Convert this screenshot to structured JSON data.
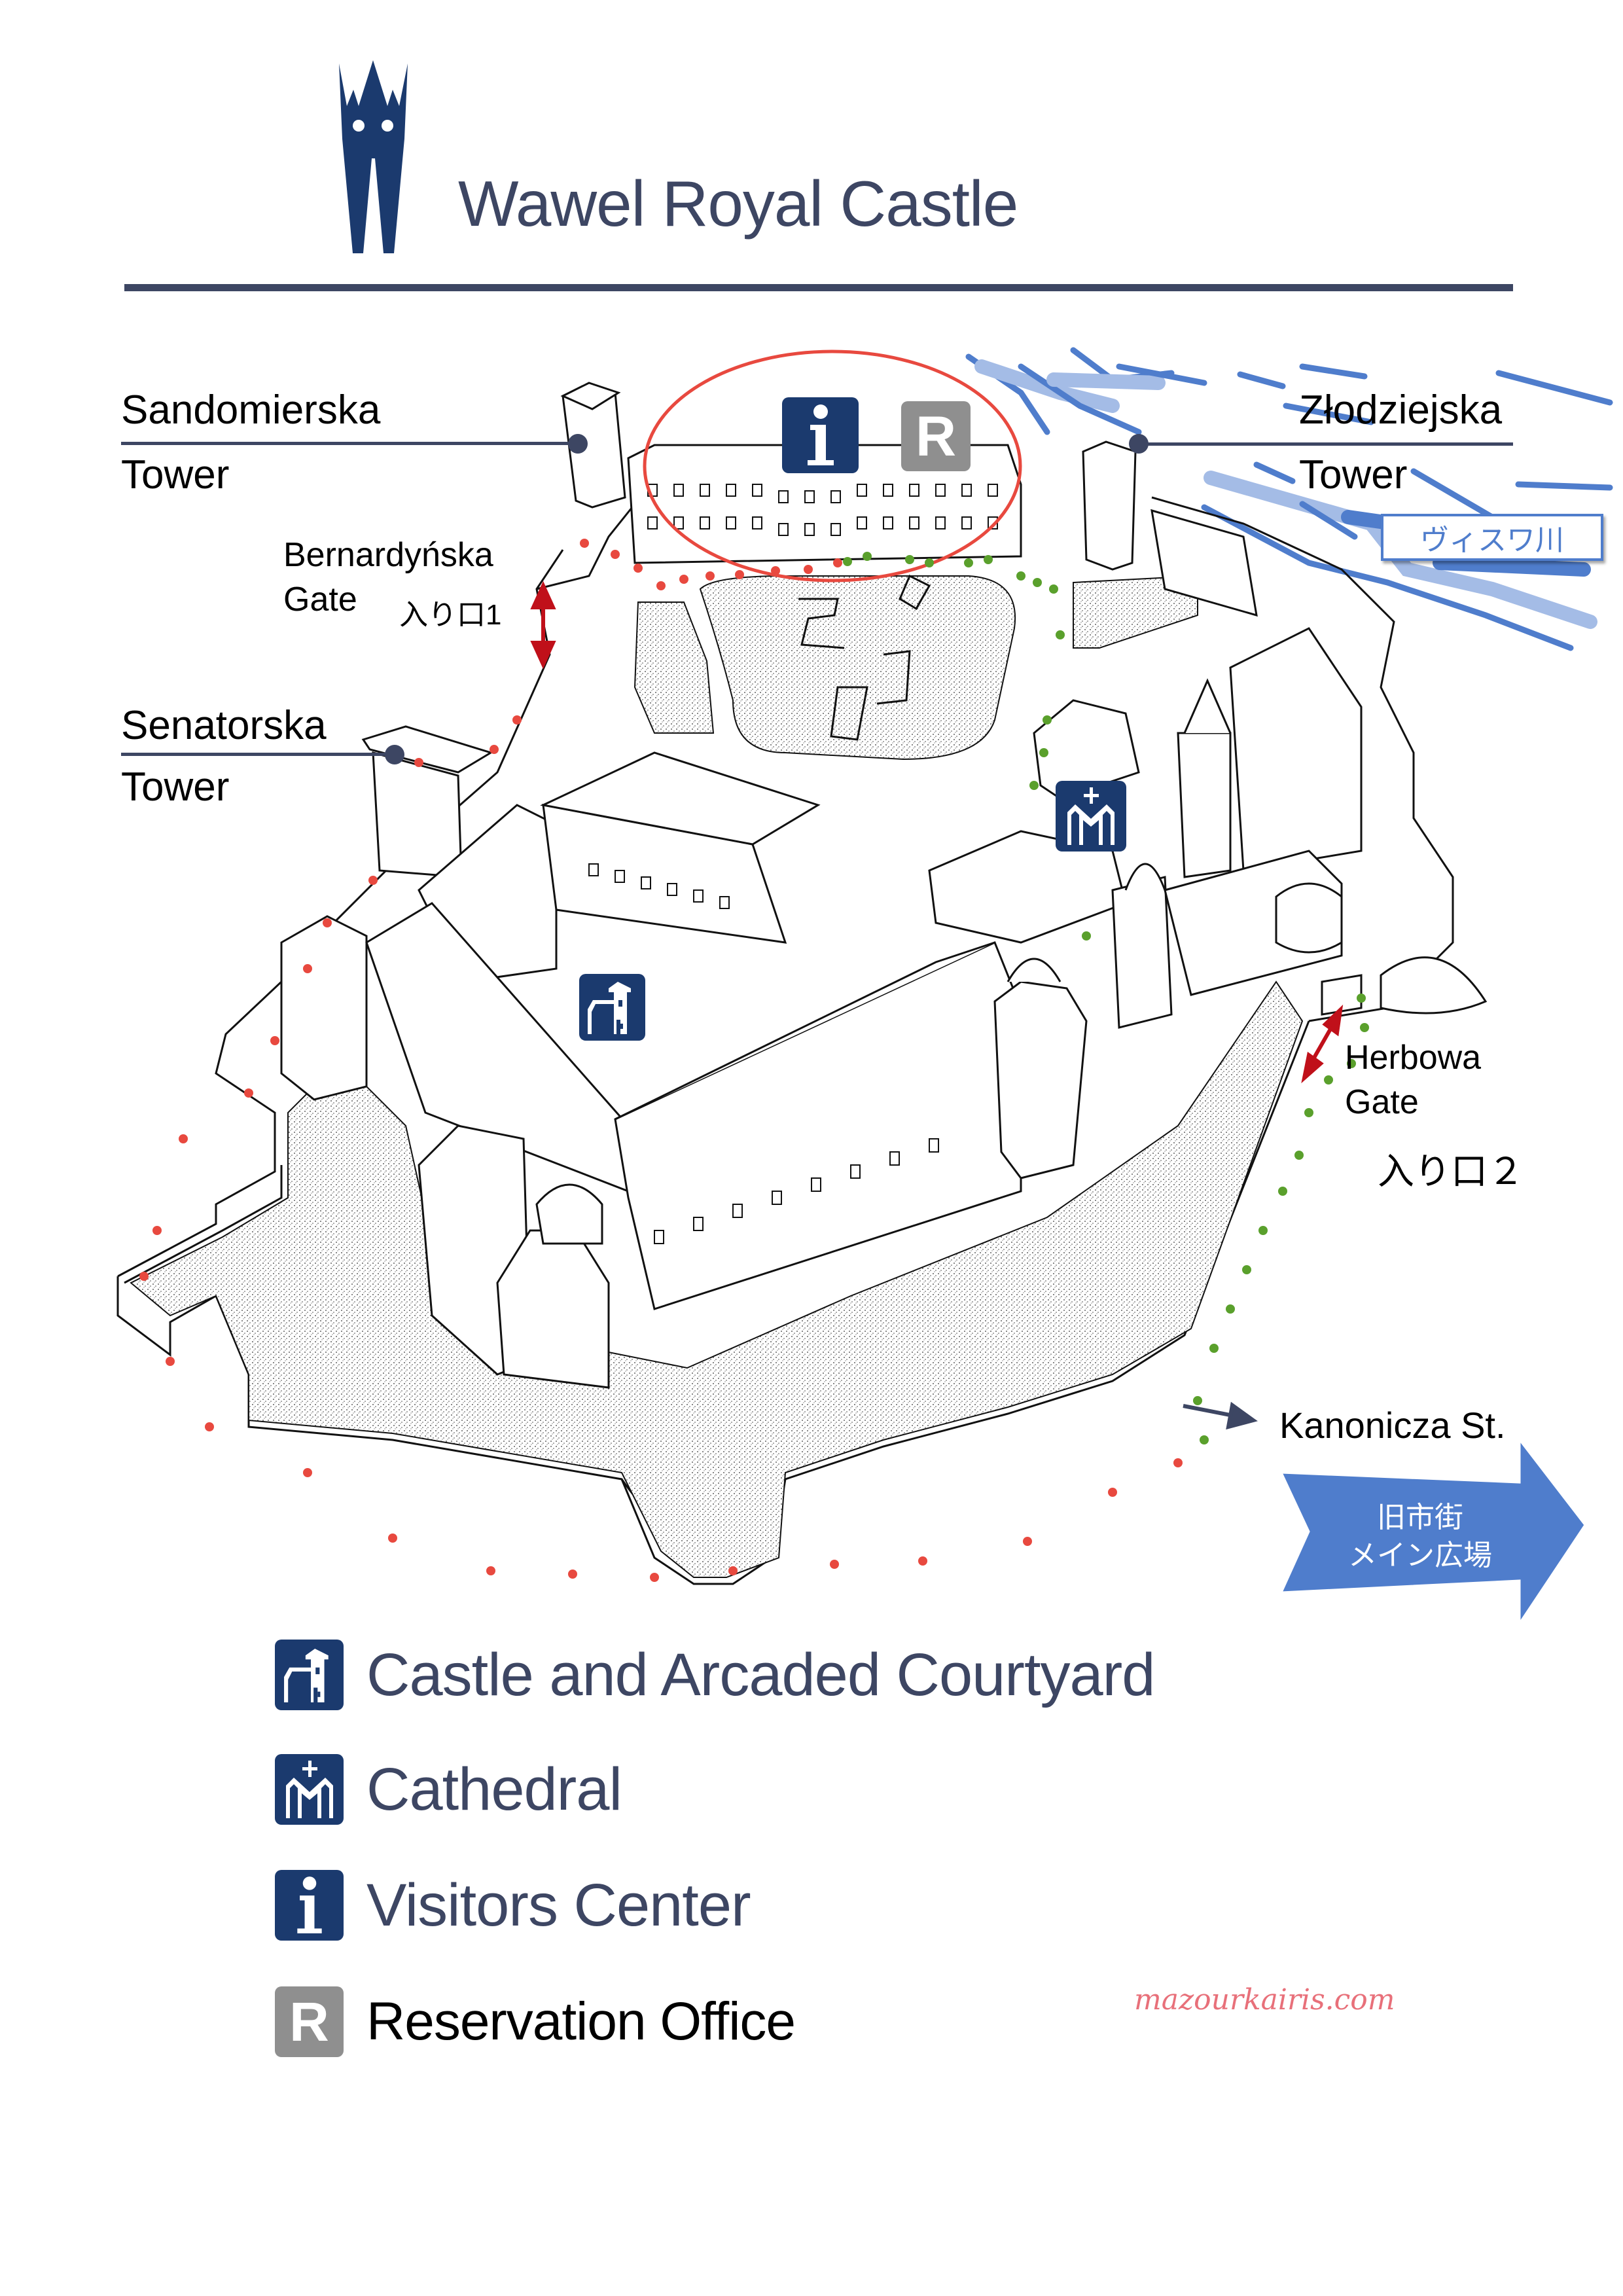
{
  "header": {
    "logo_icon": "wawel-crown-w-logo",
    "title": "Wawel Royal Castle"
  },
  "colors": {
    "navy": "#1b3a6e",
    "slate": "#3d4663",
    "grey_icon": "#8f8f8f",
    "river_blue": "#4f7dcc",
    "river_light": "#a4bce6",
    "red_route": "#e8493f",
    "green_route": "#5aa02c",
    "entrance_arrow": "#c0101a",
    "credit_pink": "#e8707a"
  },
  "map": {
    "labels": {
      "sandomierska": {
        "line1": "Sandomierska",
        "line2": "Tower"
      },
      "senatorska": {
        "line1": "Senatorska",
        "line2": "Tower"
      },
      "zlodziejska": {
        "line1": "Złodziejska",
        "line2": "Tower"
      },
      "bernardynska": {
        "line1": "Bernardyńska",
        "line2": "Gate",
        "entrance": "入り口1"
      },
      "herbowa": {
        "line1": "Herbowa",
        "line2": "Gate",
        "entrance": "入り口２"
      },
      "river": "ヴィスワ川",
      "kanonicza": "Kanonicza St.",
      "old_town_arrow": {
        "line1": "旧市街",
        "line2": "メイン広場"
      }
    },
    "markers": {
      "visitors_center": {
        "icon": "info-icon",
        "glyph": "i"
      },
      "reservation_office": {
        "icon": "reservation-icon",
        "glyph": "R"
      },
      "cathedral": {
        "icon": "cathedral-icon"
      },
      "castle": {
        "icon": "castle-courtyard-icon"
      }
    },
    "routes": [
      {
        "name": "red-route",
        "color": "#e8493f",
        "from": "Bernardyńska Gate",
        "style": "dotted"
      },
      {
        "name": "green-route",
        "color": "#5aa02c",
        "from": "Herbowa Gate",
        "style": "dotted"
      }
    ]
  },
  "legend": [
    {
      "icon": "castle-courtyard-icon",
      "label": "Castle and Arcaded Courtyard"
    },
    {
      "icon": "cathedral-icon",
      "label": "Cathedral"
    },
    {
      "icon": "info-icon",
      "label": "Visitors Center",
      "glyph": "i"
    },
    {
      "icon": "reservation-icon",
      "label": "Reservation Office",
      "glyph": "R"
    }
  ],
  "credit": "mazourkairis.com"
}
